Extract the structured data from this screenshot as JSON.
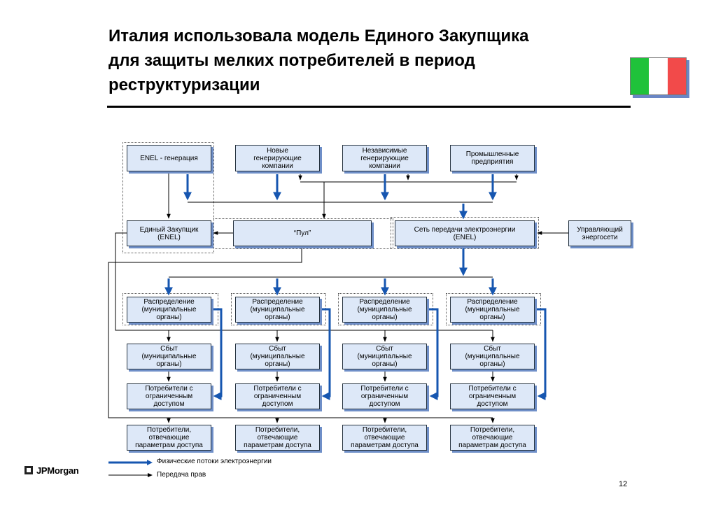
{
  "title_lines": [
    "Италия использовала модель Единого Закупщика",
    "для защиты мелких потребителей в период",
    "реструктуризации"
  ],
  "flag_colors": [
    "#1fc23a",
    "#ffffff",
    "#f24a4a"
  ],
  "accent_color": "#1656b0",
  "nodes": {
    "enel_generation": "ENEL - генерация",
    "new_gen": "Новые\nгенерирующие\nкомпании",
    "independent_gen": "Независимые\nгенерирующие\nкомпании",
    "industrial": "Промышленные\nпредприятия",
    "single_buyer": "Единый Закупщик\n(ENEL)",
    "pool": "“Пул”",
    "grid": "Сеть передачи электроэнергии\n(ENEL)",
    "operator": "Управляющий\nэнергосети"
  },
  "column_nodes": {
    "distribution": "Распределение\n(муниципальные\nорганы)",
    "sales": "Сбыт\n(муниципальные\nорганы)",
    "captive": "Потребители с\nограниченным\nдоступом",
    "eligible": "Потребители,\nотвечающие\nпараметрам доступа"
  },
  "legend": {
    "physical": "Физические потоки электроэнергии",
    "rights": "Передача прав"
  },
  "page_number": "12",
  "logo_text": "JPMorgan"
}
